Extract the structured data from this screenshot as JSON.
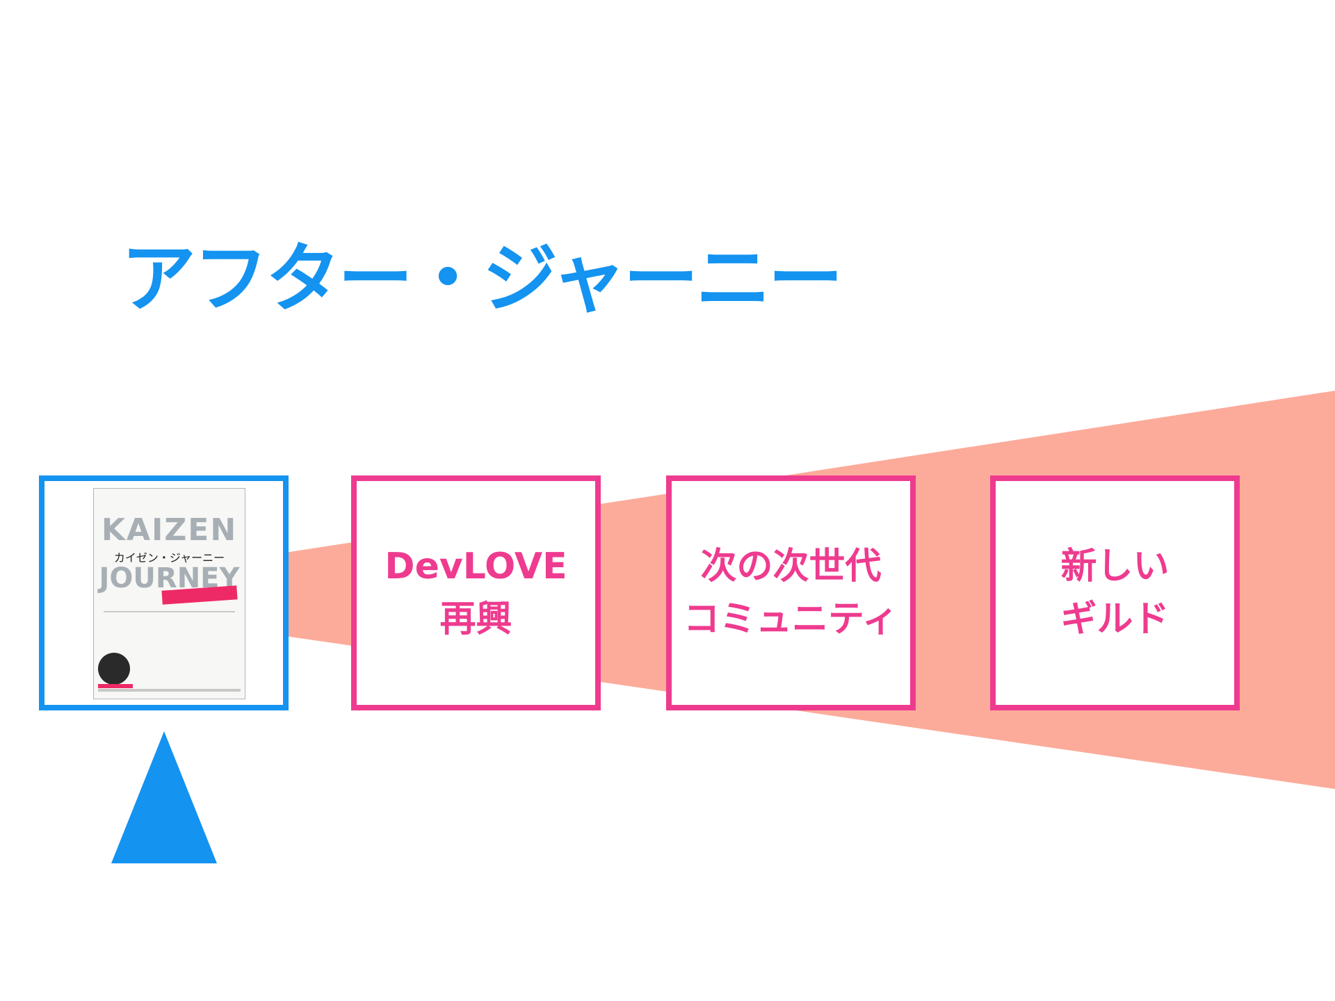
{
  "title": "アフター・ジャーニー",
  "colors": {
    "blue": "#1493f0",
    "pink": "#ee3b8f",
    "fan": "#fcab9a"
  },
  "book": {
    "icon": "book-cover-icon",
    "cover_text": {
      "word1": "KAIZEN",
      "kana": "カイゼン・ジャーニー",
      "word2": "JOURNEY"
    }
  },
  "steps": [
    {
      "lines": [
        "DevLOVE",
        "再興"
      ]
    },
    {
      "lines": [
        "次の次世代",
        "コミュニティ"
      ]
    },
    {
      "lines": [
        "新しい",
        "ギルド"
      ]
    }
  ],
  "pointer": {
    "icon": "triangle-up-icon"
  }
}
